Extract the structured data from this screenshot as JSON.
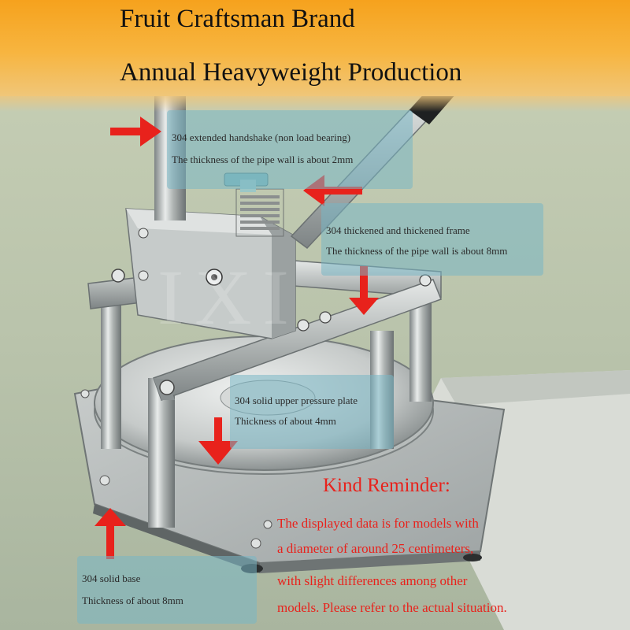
{
  "banner": {
    "line1": "Fruit Craftsman Brand",
    "line2": "Annual Heavyweight Production"
  },
  "callouts": {
    "handle": {
      "line1": "304 extended handshake (non load bearing)",
      "line2": "The thickness of the pipe wall is about 2mm"
    },
    "frame": {
      "line1": "304 thickened and thickened frame",
      "line2": "The thickness of the pipe wall is about 8mm"
    },
    "plate": {
      "line1": "304 solid upper pressure plate",
      "line2": "Thickness of about 4mm"
    },
    "base": {
      "line1": "304 solid base",
      "line2": "Thickness of about 8mm"
    }
  },
  "reminder": {
    "title": "Kind Reminder:",
    "lines": [
      "The displayed data is for models with",
      "a diameter of around 25 centimeters,",
      "with slight differences among other",
      "models. Please refer to the actual situation."
    ]
  },
  "colors": {
    "banner": "#f6a21d",
    "arrow": "#e8221c",
    "callout_bg": "#78b6c4",
    "reminder_text": "#e8221c"
  }
}
